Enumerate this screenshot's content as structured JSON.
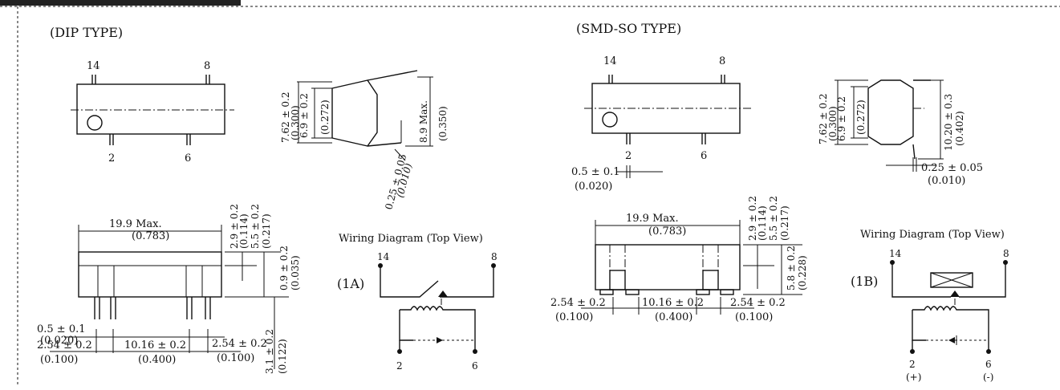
{
  "header": {
    "title": ""
  },
  "dip": {
    "label": "(DIP TYPE)",
    "top": {
      "pin14": "14",
      "pin8": "8",
      "pin2": "2",
      "pin6": "6"
    },
    "side": {
      "w1": "7.62 ± 0.2",
      "w1in": "(0.300)",
      "w2": "6.9 ± 0.2",
      "w2in": "(0.272)",
      "h": "8.9 Max.",
      "hin": "(0.350)",
      "t": "0.25 ± 0.05",
      "tin": "(0.010)"
    },
    "front": {
      "len": "19.9 Max.",
      "lenin": "(0.783)",
      "d1": "2.9 ± 0.2",
      "d1in": "(0.114)",
      "d2": "5.5 ± 0.2",
      "d2in": "(0.217)",
      "d3": "0.9 ± 0.2",
      "d3in": "(0.035)",
      "d4": "3.1 ± 0.2",
      "d4in": "(0.122)",
      "pin": "0.5 ± 0.1",
      "pinin": "(0.020)",
      "p1": "2.54 ± 0.2",
      "p1in": "(0.100)",
      "p2": "10.16 ± 0.2",
      "p2in": "(0.400)",
      "p3": "2.54 ± 0.2",
      "p3in": "(0.100)"
    }
  },
  "smd": {
    "label": "(SMD-SO TYPE)",
    "top": {
      "pin14": "14",
      "pin8": "8",
      "pin2": "2",
      "pin6": "6",
      "pin": "0.5 ± 0.1",
      "pinin": "(0.020)"
    },
    "side": {
      "w1": "7.62 ± 0.2",
      "w1in": "(0.300)",
      "w2": "6.9 ± 0.2",
      "w2in": "(0.272)",
      "h": "10.20 ± 0.3",
      "hin": "(0.402)",
      "t": "0.25 ± 0.05",
      "tin": "(0.010)"
    },
    "front": {
      "len": "19.9 Max.",
      "lenin": "(0.783)",
      "d1": "2.9 ± 0.2",
      "d1in": "(0.114)",
      "d2": "5.5 ± 0.2",
      "d2in": "(0.217)",
      "d3": "5.8 ± 0.2",
      "d3in": "(0.228)",
      "p1": "2.54 ± 0.2",
      "p1in": "(0.100)",
      "p2": "10.16 ± 0.2",
      "p2in": "(0.400)",
      "p3": "2.54 ± 0.2",
      "p3in": "(0.100)"
    }
  },
  "wiring1": {
    "title": "Wiring Diagram (Top View)",
    "code": "(1A)",
    "pin14": "14",
    "pin8": "8",
    "pin2": "2",
    "pin6": "6"
  },
  "wiring2": {
    "title": "Wiring Diagram (Top View)",
    "code": "(1B)",
    "pin14": "14",
    "pin8": "8",
    "pin2": "2",
    "pin6": "6",
    "plus": "(+)",
    "minus": "(-)"
  }
}
